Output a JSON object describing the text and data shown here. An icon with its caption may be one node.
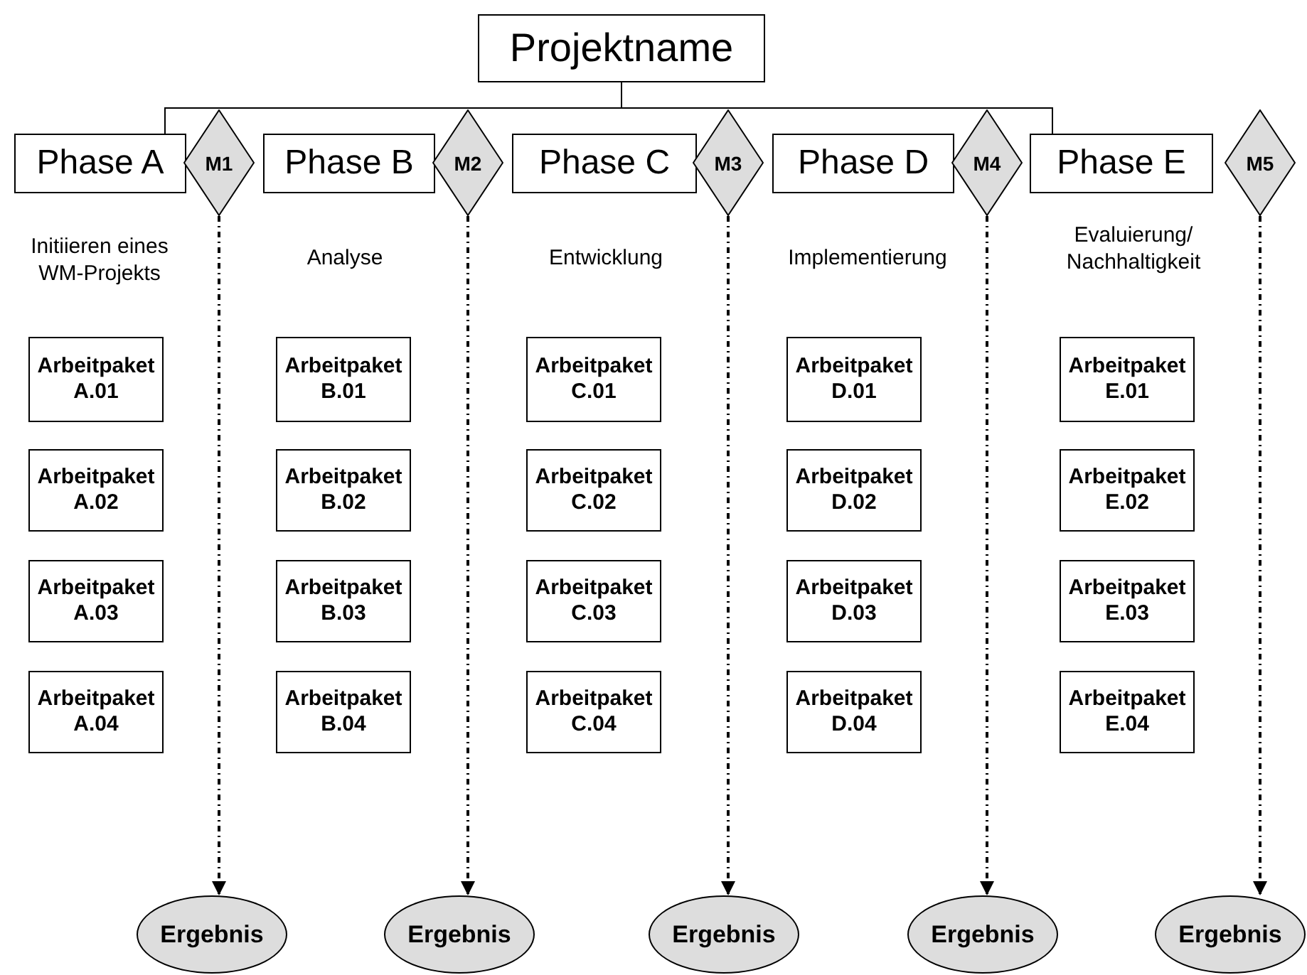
{
  "diagram": {
    "nodes": [
      {
        "text": [
          "Projektname"
        ]
      },
      {
        "text": [
          "Phase A"
        ],
        "beside": [
          "Initiieren eines WM-Projekts"
        ]
      },
      {
        "text": [
          "M1"
        ]
      },
      {
        "text": [
          "Phase B"
        ],
        "beside": [
          "Analyse"
        ]
      },
      {
        "text": [
          "M2"
        ]
      },
      {
        "text": [
          "Phase C"
        ],
        "beside": [
          "Entwicklung"
        ]
      },
      {
        "text": [
          "M3"
        ]
      },
      {
        "text": [
          "Phase D"
        ],
        "beside": [
          "Implementierung"
        ]
      },
      {
        "text": [
          "M4"
        ]
      },
      {
        "text": [
          "Phase E"
        ],
        "beside": [
          "Evaluierung/ Nachhaltigkeit"
        ]
      },
      {
        "text": [
          "M5"
        ]
      },
      {
        "text": [
          "Arbeitpaket A.01"
        ]
      },
      {
        "text": [
          "Arbeitpaket A.02"
        ]
      },
      {
        "text": [
          "Arbeitpaket A.03"
        ]
      },
      {
        "text": [
          "Arbeitpaket A.04"
        ]
      },
      {
        "text": [
          "Arbeitpaket B.01"
        ]
      },
      {
        "text": [
          "Arbeitpaket B.02"
        ]
      },
      {
        "text": [
          "Arbeitpaket B.03"
        ]
      },
      {
        "text": [
          "Arbeitpaket B.04"
        ]
      },
      {
        "text": [
          "Arbeitpaket C.01"
        ]
      },
      {
        "text": [
          "Arbeitpaket C.02"
        ]
      },
      {
        "text": [
          "Arbeitpaket C.03"
        ]
      },
      {
        "text": [
          "Arbeitpaket C.04"
        ]
      },
      {
        "text": [
          "Arbeitpaket D.01"
        ]
      },
      {
        "text": [
          "Arbeitpaket D.02"
        ]
      },
      {
        "text": [
          "Arbeitpaket D.03"
        ]
      },
      {
        "text": [
          "Arbeitpaket D.04"
        ]
      },
      {
        "text": [
          "Arbeitpaket E.01"
        ]
      },
      {
        "text": [
          "Arbeitpaket E.02"
        ]
      },
      {
        "text": [
          "Arbeitpaket E.03"
        ]
      },
      {
        "text": [
          "Arbeitpaket E.04"
        ]
      },
      {
        "text": [
          "Ergebnis"
        ]
      },
      {
        "text": [
          "Ergebnis"
        ]
      },
      {
        "text": [
          "Ergebnis"
        ]
      },
      {
        "text": [
          "Ergebnis"
        ]
      },
      {
        "text": [
          "Ergebnis"
        ]
      }
    ],
    "edges": [
      {
        "from": 0,
        "to": 1,
        "arrow": "none"
      },
      {
        "from": 0,
        "to": 9,
        "arrow": "none"
      },
      {
        "from": 2,
        "to": 31,
        "arrow": "to",
        "style": "dashed"
      },
      {
        "from": 4,
        "to": 32,
        "arrow": "to",
        "style": "dashed"
      },
      {
        "from": 6,
        "to": 33,
        "arrow": "to",
        "style": "dashed"
      },
      {
        "from": 8,
        "to": 34,
        "arrow": "to",
        "style": "dashed"
      },
      {
        "from": 10,
        "to": 35,
        "arrow": "to",
        "style": "dashed"
      }
    ]
  }
}
